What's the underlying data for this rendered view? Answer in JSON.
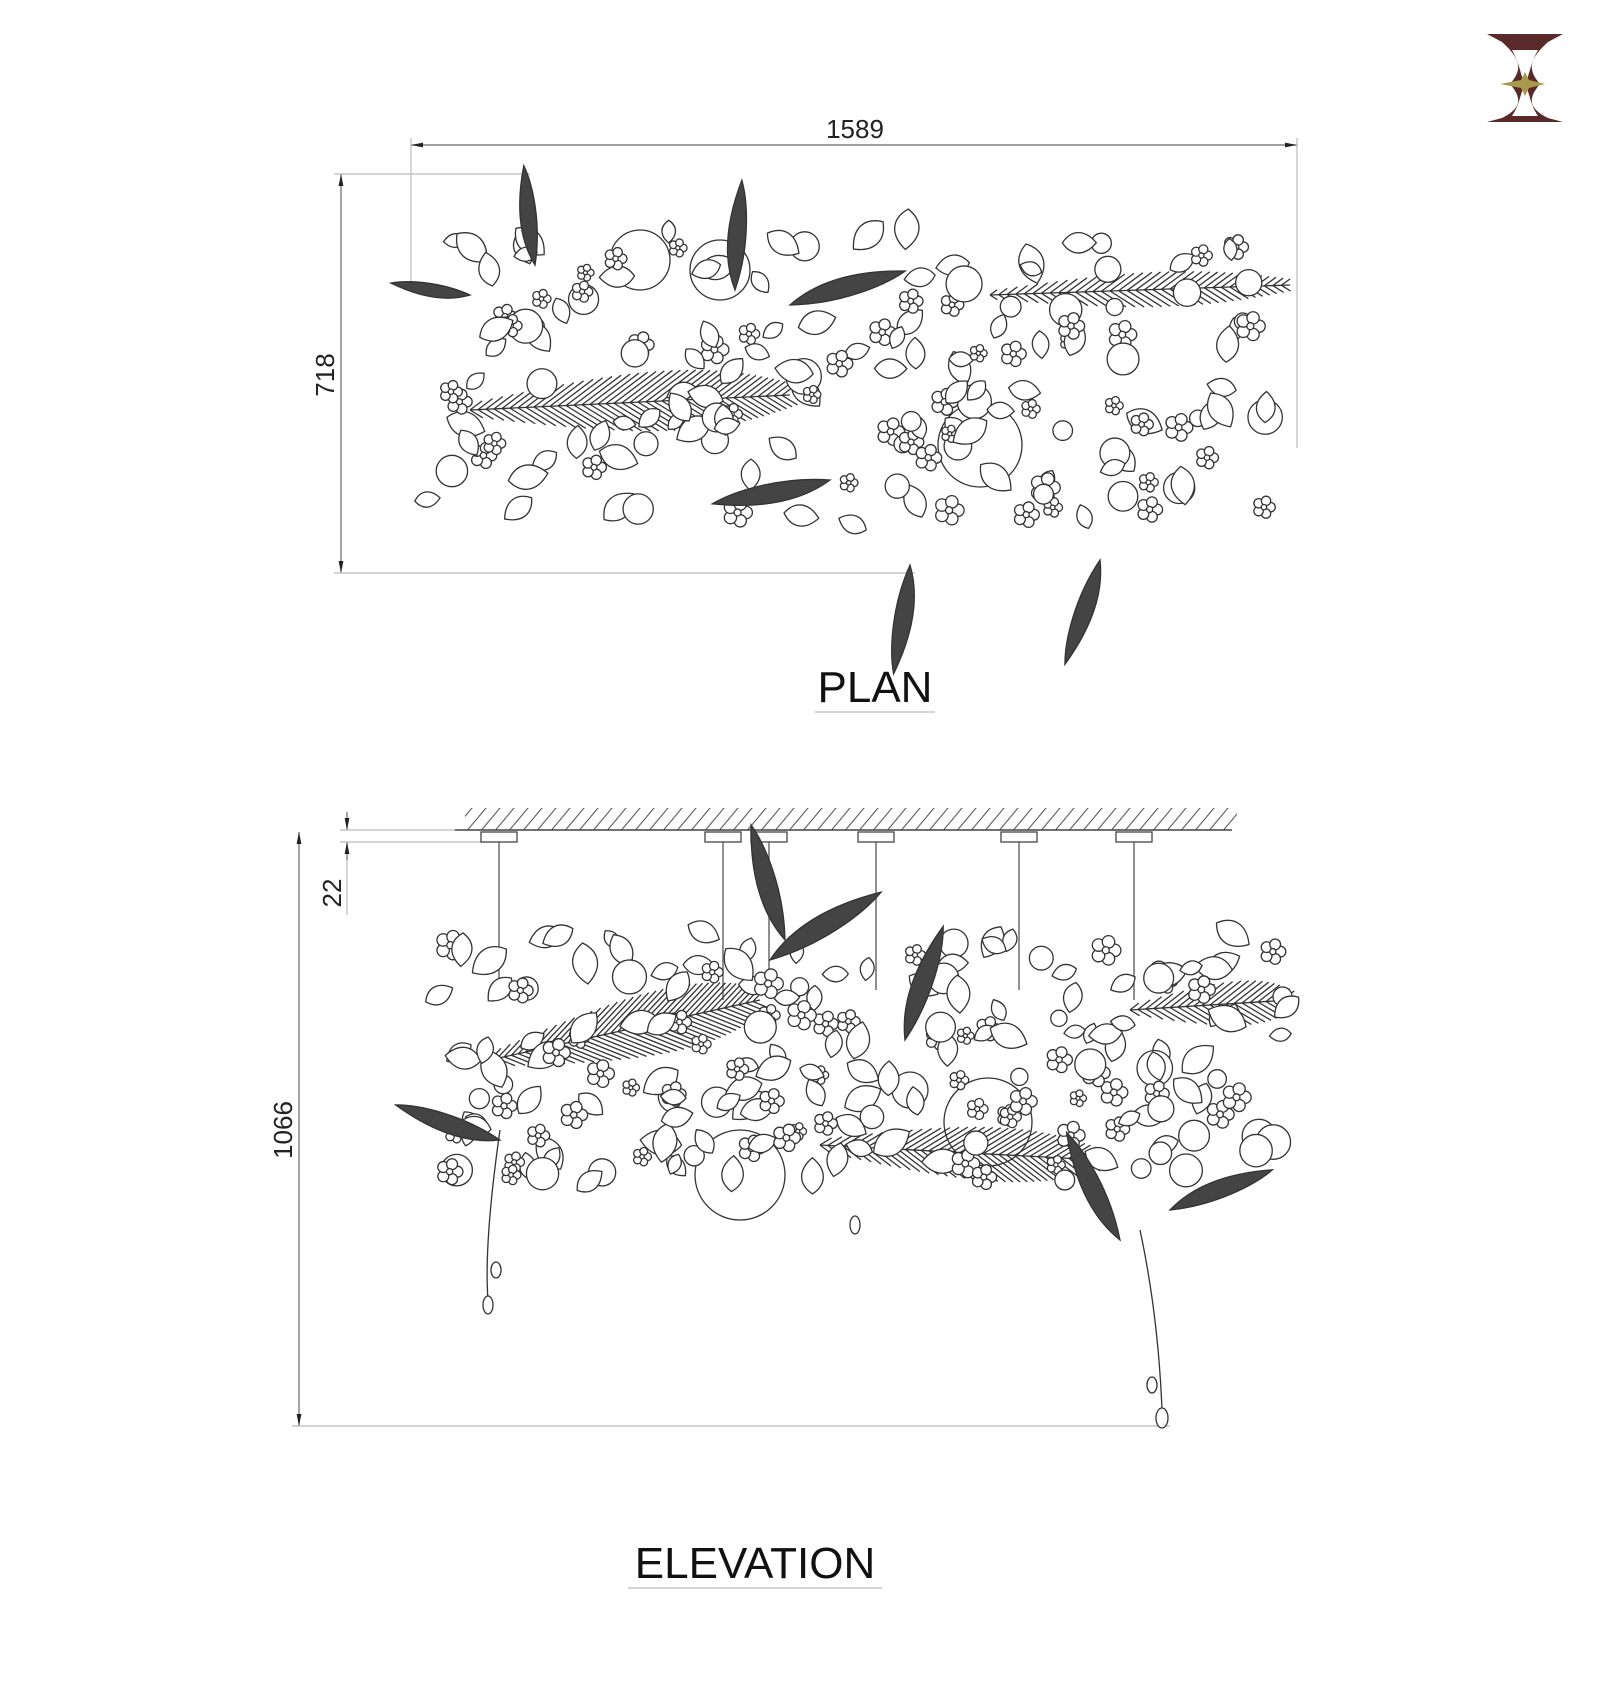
{
  "logo": {
    "text": "X",
    "colors": {
      "primary": "#5a2a2a",
      "star": "#a89a4a"
    }
  },
  "plan": {
    "title": "PLAN",
    "width_dimension": "1589",
    "depth_dimension": "718"
  },
  "elevation": {
    "title": "ELEVATION",
    "canopy_dimension": "22",
    "height_dimension": "1066",
    "mount_count": 6
  }
}
